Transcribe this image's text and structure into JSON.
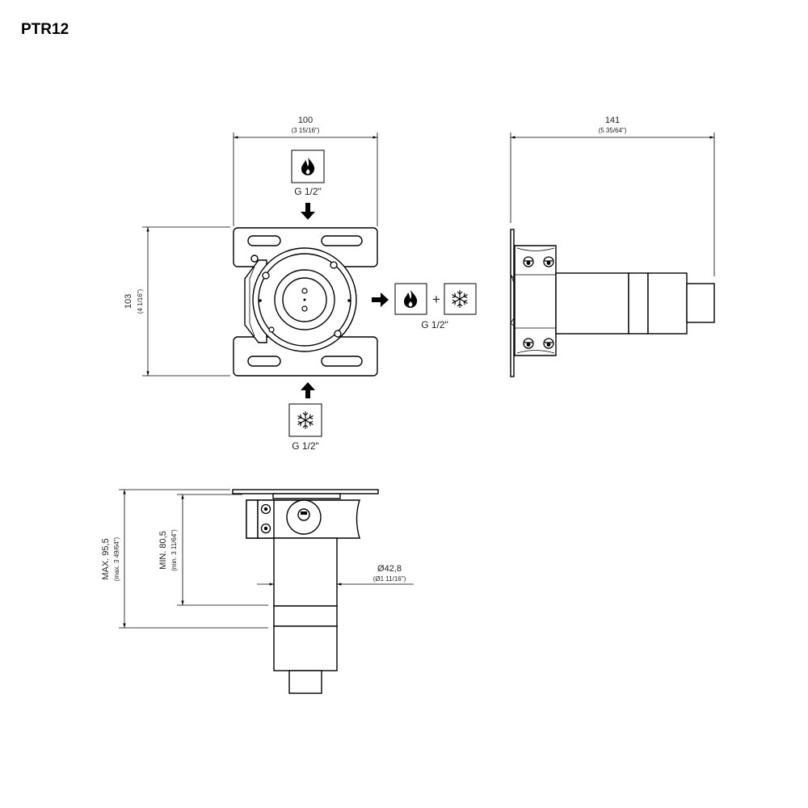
{
  "title": "PTR12",
  "front_view": {
    "width_dim": "100",
    "width_dim_inch": "(3 15/16\")",
    "height_dim": "103",
    "height_dim_inch": "(4 1/16\")",
    "hot_inlet_label": "G 1/2\"",
    "cold_inlet_label": "G 1/2\"",
    "mixed_outlet_label": "G 1/2\"",
    "plus_sign": "+",
    "hot_icon": "flame-icon",
    "cold_icon": "snowflake-icon"
  },
  "side_view": {
    "length_dim": "141",
    "length_dim_inch": "(5 35/64\")"
  },
  "bottom_view": {
    "max_dim": "MAX. 95,5",
    "max_dim_inch": "(max. 3 49/64\")",
    "min_dim": "MIN. 80,5",
    "min_dim_inch": "(min. 3 11/64\")",
    "diameter_dim": "Ø42,8",
    "diameter_dim_inch": "(Ø1 11/16\")"
  }
}
